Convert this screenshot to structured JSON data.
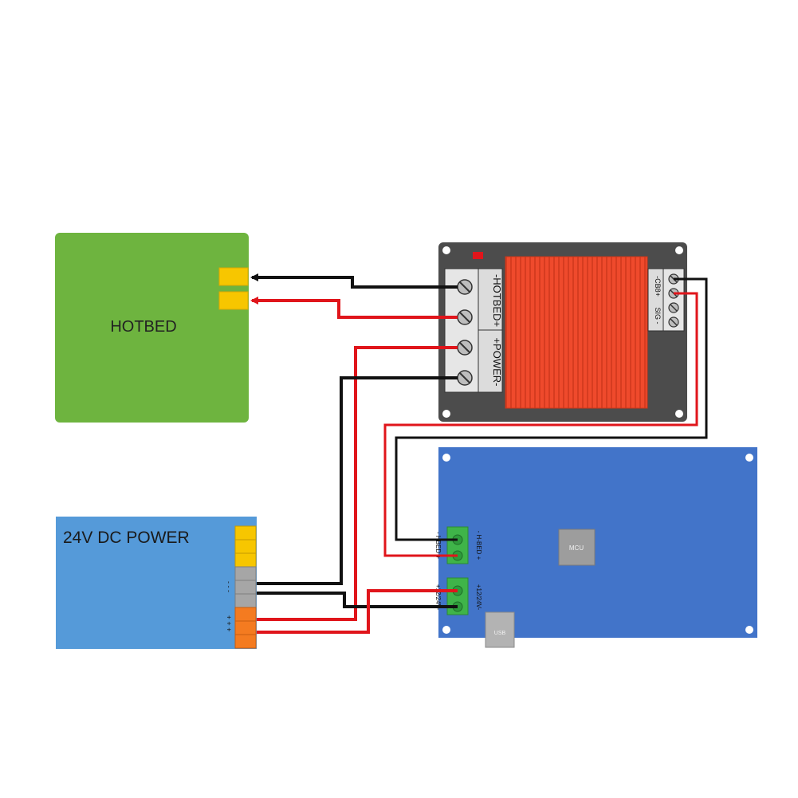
{
  "hotbed": {
    "label": "HOTBED",
    "color": "#6eb43f"
  },
  "power_supply": {
    "label": "24V DC POWER",
    "color": "#559ad9",
    "minus_marks": "- - -",
    "plus_marks": "+ + +"
  },
  "mosfet_module": {
    "hotbed_label": "-HOTBED+",
    "power_label": "+POWER-",
    "signal_top_label": "-CB8+",
    "signal_bottom_label": "SIG -",
    "heatsink_color": "#ef4a2c",
    "board_color": "#4c4c4c"
  },
  "controller_board": {
    "color": "#4274c9",
    "mcu_label": "MCU",
    "usb_label": "USB",
    "hbed_label_left": "- HBED +",
    "hbed_label_right": "- H-BED +",
    "power_label_left": "+12/24V-",
    "power_label_right": "+12/24V-"
  },
  "wire_colors": {
    "positive": "#e0151b",
    "negative": "#111111"
  },
  "connector_colors": {
    "hotbed_pad": "#f7c600",
    "terminal_green": "#3fb449",
    "psu_yellow": "#f7c600",
    "psu_gray": "#a6a6a6",
    "psu_orange": "#f47b20"
  }
}
